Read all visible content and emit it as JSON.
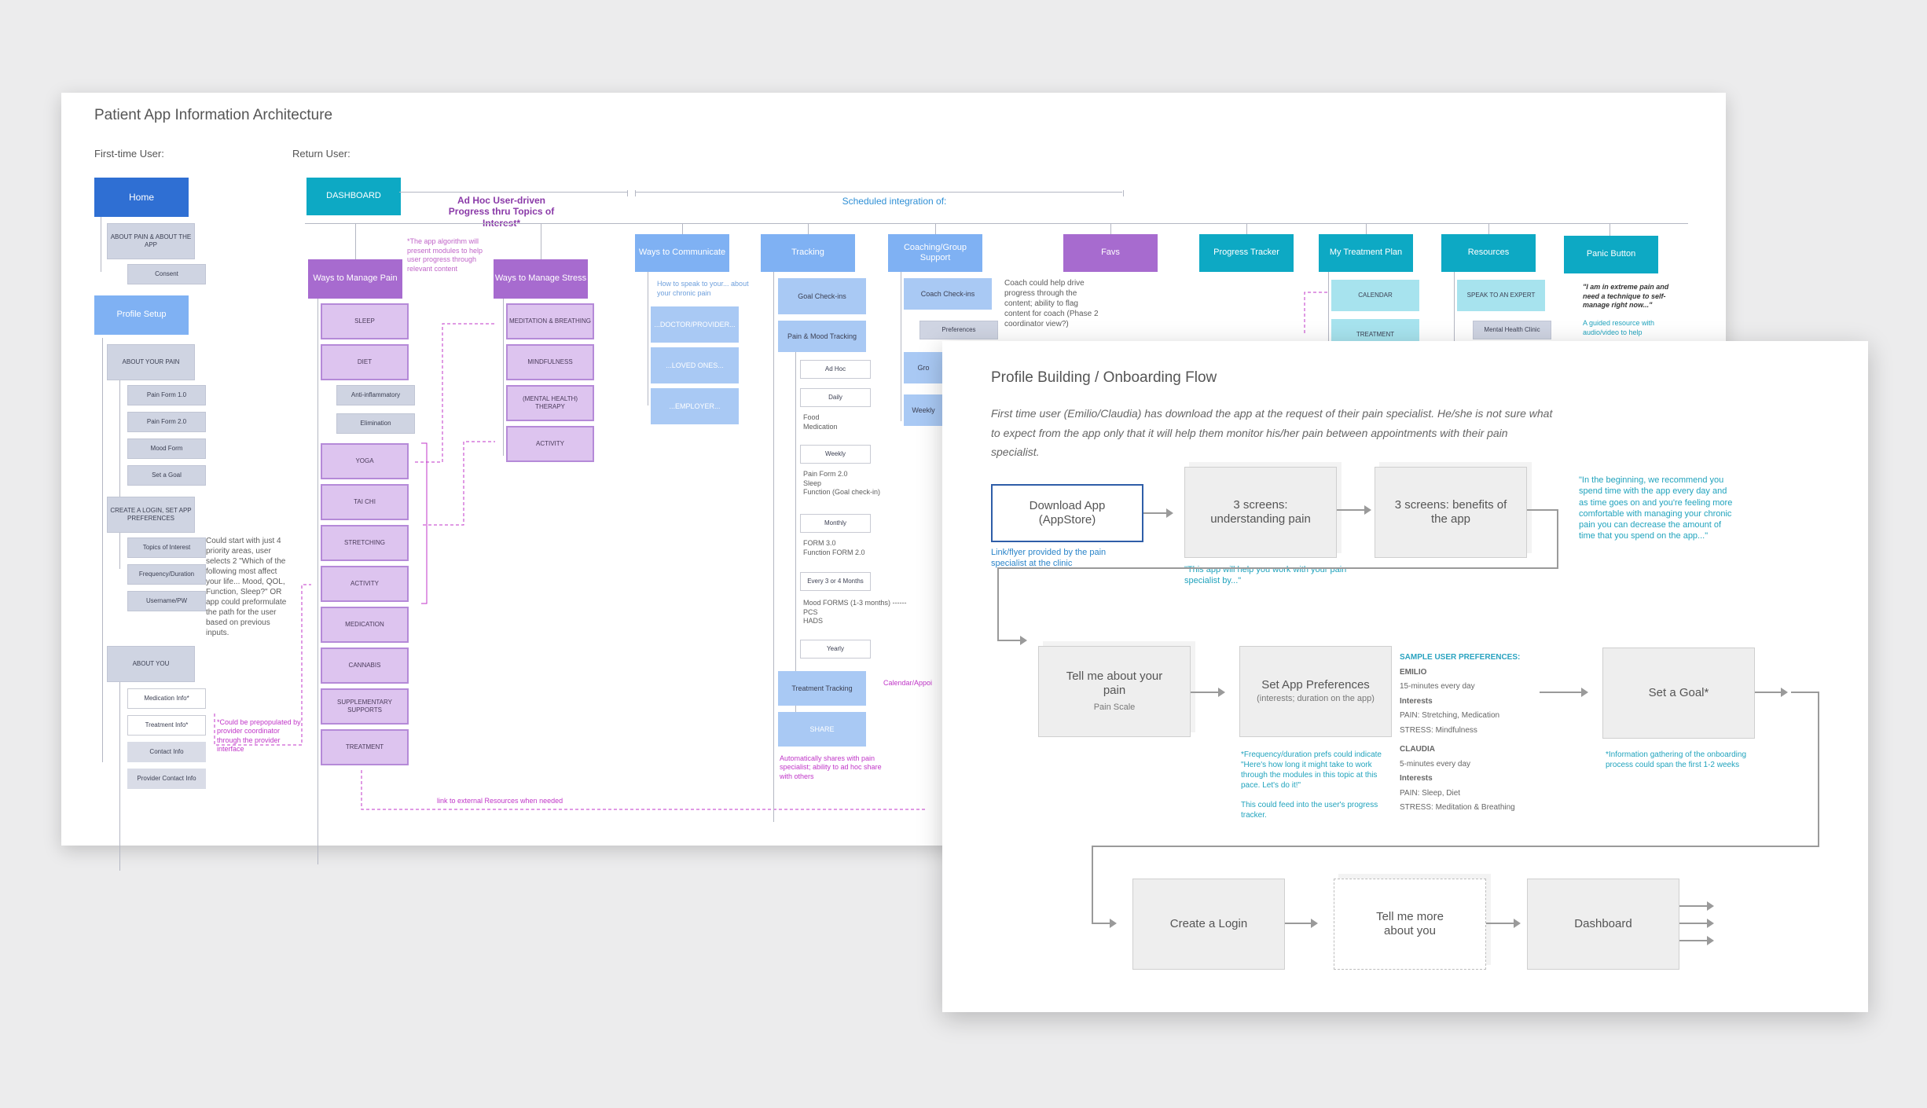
{
  "ia": {
    "title": "Patient App Information Architecture",
    "first_time_label": "First-time User:",
    "return_label": "Return User:",
    "home": "Home",
    "about_pain_app": "ABOUT PAIN & ABOUT THE APP",
    "consent": "Consent",
    "profile_setup": "Profile Setup",
    "about_your_pain": "ABOUT YOUR PAIN",
    "pain_form_1": "Pain Form 1.0",
    "pain_form_2": "Pain Form 2.0",
    "mood_form": "Mood Form",
    "set_goal": "Set a Goal",
    "create_login": "CREATE A LOGIN, SET APP PREFERENCES",
    "topics_interest": "Topics of Interest",
    "frequency": "Frequency/Duration",
    "username": "Username/PW",
    "about_you": "ABOUT YOU",
    "medication_info": "Medication Info*",
    "treatment_info": "Treatment Info*",
    "contact_info": "Contact Info",
    "provider_contact": "Provider Contact Info",
    "note_priority": "Could start with just 4 priority areas, user selects 2 \"Which of the following most affect your life... Mood, QOL, Function, Sleep?\" OR app could preformulate the path for the user based on previous inputs.",
    "note_prepopulated": "*Could be prepopulated by provider coordinator through the provider interface",
    "dashboard": "DASHBOARD",
    "adhoc_title": "Ad Hoc User-driven Progress thru Topics of Interest*",
    "scheduled_title": "Scheduled integration of:",
    "note_algorithm": "*The app algorithm will present modules to help user progress through relevant content",
    "ways_pain": "Ways to Manage Pain",
    "pain_items": [
      "SLEEP",
      "DIET",
      "YOGA",
      "TAI CHI",
      "STRETCHING",
      "ACTIVITY",
      "MEDICATION",
      "CANNABIS",
      "SUPPLEMENTARY SUPPORTS",
      "TREATMENT"
    ],
    "diet_sub": [
      "Anti-inflammatory",
      "Elimination"
    ],
    "ways_stress": "Ways to Manage Stress",
    "stress_items": [
      "MEDITATION & BREATHING",
      "MINDFULNESS",
      "(MENTAL HEALTH) THERAPY",
      "ACTIVITY"
    ],
    "ways_communicate": "Ways to Communicate",
    "communicate_note": "How to speak to your... about your chronic pain",
    "communicate_items": [
      "...DOCTOR/PROVIDER...",
      "...LOVED ONES...",
      "...EMPLOYER..."
    ],
    "tracking": "Tracking",
    "goal_checkins": "Goal Check-ins",
    "pain_mood_tracking": "Pain & Mood Tracking",
    "tracking_adhoc": "Ad Hoc",
    "tracking_daily": "Daily",
    "daily_detail": "Food\nMedication",
    "tracking_weekly": "Weekly",
    "weekly_detail": "Pain Form 2.0\nSleep\nFunction (Goal check-in)",
    "tracking_monthly": "Monthly",
    "monthly_detail": "FORM 3.0\nFunction FORM 2.0",
    "tracking_34": "Every 3 or 4 Months",
    "months_detail": "Mood FORMS (1-3 months) ------\nPCS\nHADS",
    "tracking_yearly": "Yearly",
    "treatment_tracking": "Treatment Tracking",
    "calendar_note": "Calendar/Appoi",
    "share": "SHARE",
    "share_note": "Automatically shares with pain specialist; ability to ad hoc share with others",
    "coaching": "Coaching/Group Support",
    "coach_checkins": "Coach Check-ins",
    "preferences": "Preferences",
    "coaching_partial_1": "Gro",
    "coaching_partial_2": "Weekly",
    "coach_note": "Coach could help drive progress through the content; ability to flag content for coach (Phase 2 coordinator view?)",
    "favs": "Favs",
    "progress_tracker": "Progress Tracker",
    "treatment_plan": "My Treatment Plan",
    "calendar": "CALENDAR",
    "treatment": "TREATMENT",
    "resources": "Resources",
    "speak_expert": "SPEAK TO AN EXPERT",
    "mental_health_clinic": "Mental Health Clinic",
    "panic_button": "Panic Button",
    "panic_quote": "\"I am in extreme pain and need a technique to self-manage right now...\"",
    "panic_note": "A guided resource with audio/video to help",
    "external_link_note": "link to external Resources when needed"
  },
  "flow": {
    "title": "Profile Building / Onboarding Flow",
    "intro": "First time user (Emilio/Claudia) has download the app at the request of their pain specialist. He/she is not sure what to expect from the app only that it will help them monitor his/her pain between appointments with their pain specialist.",
    "download": "Download App (AppStore)",
    "download_note": "Link/flyer provided by the pain specialist at the clinic",
    "understanding": "3 screens: understanding pain",
    "understanding_note": "\"This app will help you work with your pain specialist by...\"",
    "benefits": "3 screens: benefits of the app",
    "recommend_note": "\"In the beginning, we recommend you spend time with the app every day and as time goes on and you're feeling more comfortable with managing your chronic pain you can decrease the amount of time that you spend on the app...\"",
    "tell_pain": "Tell me about your pain",
    "pain_scale": "Pain Scale",
    "set_prefs": "Set  App Preferences",
    "set_prefs_sub": "(interests; duration on the app)",
    "prefs_note": "*Frequency/duration prefs could indicate \"Here's how long it might take to work through the modules in this topic at this pace. Let's do it!\"",
    "tracker_note": "This could feed into the user's progress tracker.",
    "sample_heading": "SAMPLE USER PREFERENCES:",
    "emilio": "EMILIO",
    "emilio_time": "15-minutes every day",
    "interests_label": "Interests",
    "emilio_pain": "PAIN: Stretching, Medication",
    "emilio_stress": "STRESS: Mindfulness",
    "claudia": "CLAUDIA",
    "claudia_time": "5-minutes every day",
    "claudia_pain": "PAIN: Sleep, Diet",
    "claudia_stress": "STRESS: Meditation & Breathing",
    "set_goal": "Set a Goal*",
    "goal_note": "*Information gathering of the onboarding process could span the first 1-2 weeks",
    "create_login": "Create a Login",
    "tell_more": "Tell me more about you",
    "dashboard": "Dashboard"
  },
  "colors": {
    "blue": "#2f6fd3",
    "light_blue": "#7fb1f3",
    "teal": "#0da9c4",
    "purple": "#a76bcf",
    "light_purple": "#ddc4ef",
    "magenta_note": "#c036c8",
    "teal_note": "#21a3bd"
  }
}
